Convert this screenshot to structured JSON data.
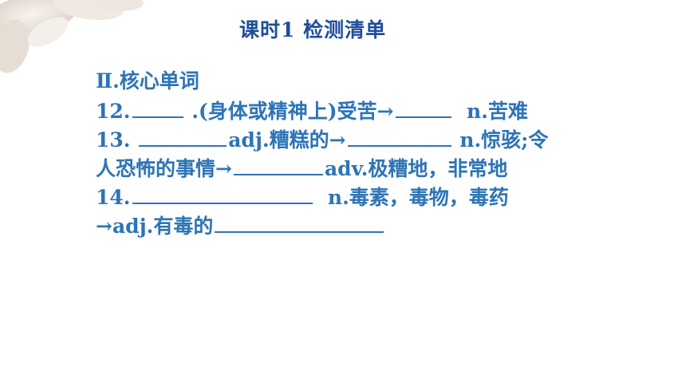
{
  "title": "课时1  检测清单",
  "section_heading": "Ⅱ.核心单词",
  "items": {
    "q12": {
      "num": "12.",
      "part1": " .(身体或精神上)受苦→",
      "part2": "n.苦难"
    },
    "q13": {
      "num": "13. ",
      "part1": "adj.糟糕的→",
      "part2": " n.惊骇;令",
      "part3": "人恐怖的事情→",
      "part4": "adv.极糟地，非常地"
    },
    "q14": {
      "num": "14.",
      "part1": "n.毒素，毒物，毒药",
      "part2": "→adj.有毒的"
    }
  },
  "colors": {
    "text": "#2e74b5",
    "title": "#1f4e9a",
    "background": "#ffffff"
  }
}
